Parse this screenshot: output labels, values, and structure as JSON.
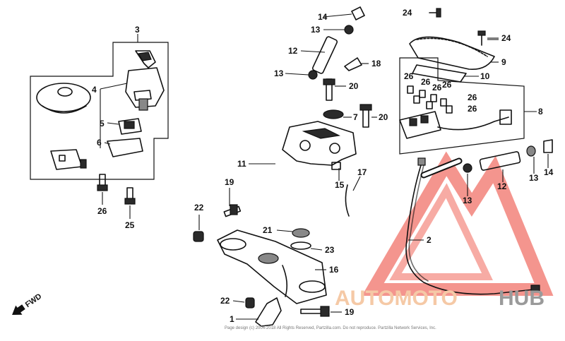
{
  "diagram": {
    "callouts": {
      "c1": "1",
      "c2": "2",
      "c3": "3",
      "c4": "4",
      "c5": "5",
      "c6": "6",
      "c7": "7",
      "c8": "8",
      "c9": "9",
      "c10": "10",
      "c11": "11",
      "c12a": "12",
      "c12b": "12",
      "c13a": "13",
      "c13b": "13",
      "c13c": "13",
      "c13d": "13",
      "c14a": "14",
      "c14b": "14",
      "c15": "15",
      "c16": "16",
      "c17": "17",
      "c18": "18",
      "c19a": "19",
      "c19b": "19",
      "c20a": "20",
      "c20b": "20",
      "c21": "21",
      "c22a": "22",
      "c22b": "22",
      "c23": "23",
      "c24a": "24",
      "c24b": "24",
      "c25": "25",
      "c26a": "26",
      "c26b": "26",
      "c26c": "26",
      "c26d": "26",
      "c26e": "26",
      "c26f": "26",
      "c26g": "26"
    },
    "fwd_label": "FWD",
    "footer": "Page design (c) 2004-2018 All Rights Reserved, Partzilla.com. Do not reproduce. Partzilla Network Services, Inc."
  },
  "watermark": {
    "left_word": "AUTOMOTO",
    "right_word": "HUB",
    "left_color": "#f5c9a6",
    "right_color": "#9a9a9a",
    "logo_color": "#ee5a4d"
  }
}
